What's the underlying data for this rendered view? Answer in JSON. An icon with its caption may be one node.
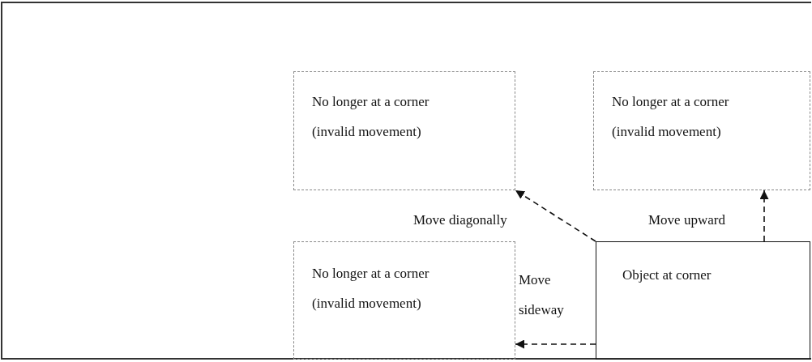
{
  "diagram": {
    "nodes": [
      {
        "text": [
          "No longer at a corner (invalid movement)"
        ]
      },
      {
        "text": [
          "No longer at a corner (invalid movement)"
        ]
      },
      {
        "text": [
          "No longer at a corner (invalid movement)"
        ]
      },
      {
        "text": [
          "Object at corner"
        ]
      }
    ],
    "edges": [
      {
        "from": 3,
        "to": 0,
        "arrow": "to",
        "label": "Move diagonally",
        "style": "dashed"
      },
      {
        "from": 3,
        "to": 1,
        "arrow": "to",
        "label": "Move upward",
        "style": "dashed"
      },
      {
        "from": 3,
        "to": 2,
        "arrow": "to",
        "label": "Move sideway",
        "style": "dashed"
      }
    ]
  }
}
